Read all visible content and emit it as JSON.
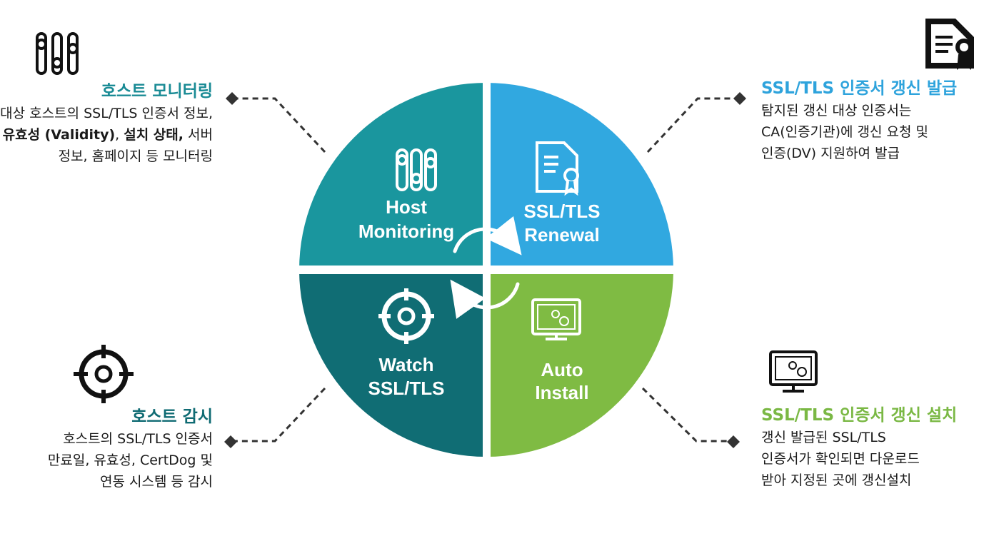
{
  "quadrants": {
    "host_monitoring": {
      "line1": "Host",
      "line2": "Monitoring",
      "color": "#1a969e"
    },
    "ssl_renewal": {
      "line1": "SSL/TLS",
      "line2": "Renewal",
      "color": "#31a8e0"
    },
    "watch_ssl": {
      "line1": "Watch",
      "line2": "SSL/TLS",
      "color": "#106d74"
    },
    "auto_install": {
      "line1": "Auto",
      "line2": "Install",
      "color": "#7fbb43"
    }
  },
  "host_monitoring_desc": {
    "title": "호스트 모니터링",
    "part1": "대상 호스트의 SSL/TLS 인증서 정보, ",
    "bold1": "유효성 (Validity)",
    "part2": ", ",
    "bold2": "설치 상태,",
    "part3": " 서버 정보, 홈페이지 등 모니터링"
  },
  "ssl_renewal_desc": {
    "title": "SSL/TLS 인증서 갱신 발급",
    "line1": "탐지된 갱신 대상 인증서는",
    "line2": "CA(인증기관)에 갱신 요청 및",
    "line3": "인증(DV) 지원하여 발급"
  },
  "host_watch_desc": {
    "title": "호스트 감시",
    "line1": "호스트의 SSL/TLS 인증서",
    "line2": "만료일, 유효성, CertDog 및",
    "line3": "연동 시스템 등 감시"
  },
  "auto_install_desc": {
    "title": "SSL/TLS 인증서 갱신 설치",
    "line1": "갱신 발급된 SSL/TLS",
    "line2": "인증서가 확인되면 다운로드",
    "line3": "받아 지정된 곳에 갱신설치"
  },
  "icons": [
    "sliders-icon",
    "certificate-icon",
    "crosshair-icon",
    "monitor-gear-icon",
    "cycle-arrows-icon"
  ]
}
